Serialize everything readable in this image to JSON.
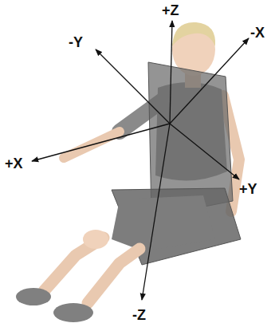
{
  "diagram": {
    "labels": [
      "+Z",
      "-Y",
      "-X",
      "+X",
      "+Y",
      "-Z"
    ]
  }
}
